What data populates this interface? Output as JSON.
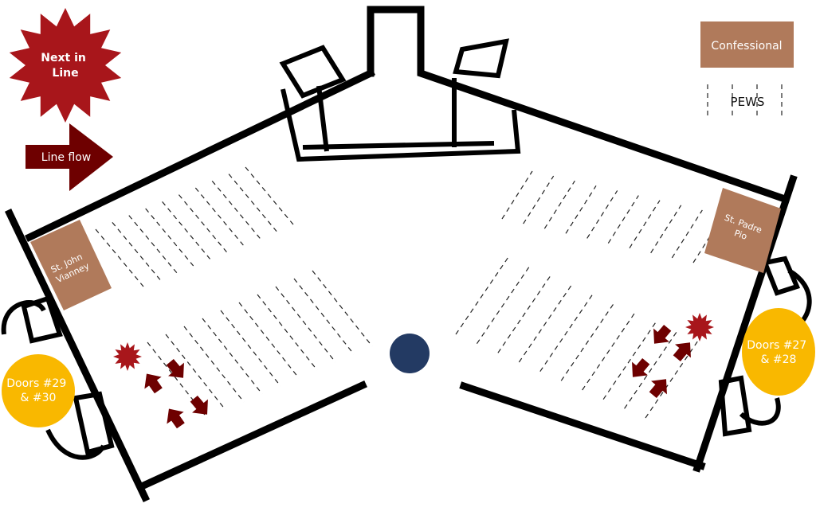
{
  "legend": {
    "next_in_line": "Next in Line",
    "next_in_line_lines": [
      "Next in",
      "Line"
    ],
    "line_flow": "Line flow",
    "confessional": "Confessional",
    "pews": "PEWS"
  },
  "confessionals": [
    {
      "name": "St. John Vianney",
      "lines": [
        "St. John",
        "Vianney"
      ]
    },
    {
      "name": "St. Padre Pio",
      "lines": [
        "St. Padre",
        "Pio"
      ]
    }
  ],
  "doors": [
    {
      "name": "Doors #29 & #30",
      "lines": [
        "Doors #29",
        "& #30"
      ]
    },
    {
      "name": "Doors #27 & #28",
      "lines": [
        "Doors #27",
        "& #28"
      ]
    }
  ],
  "colors": {
    "next_in_line": "#a8161b",
    "arrow": "#6e0000",
    "confessional": "#b07a5b",
    "doors": "#f9b800",
    "center": "#233a63"
  }
}
